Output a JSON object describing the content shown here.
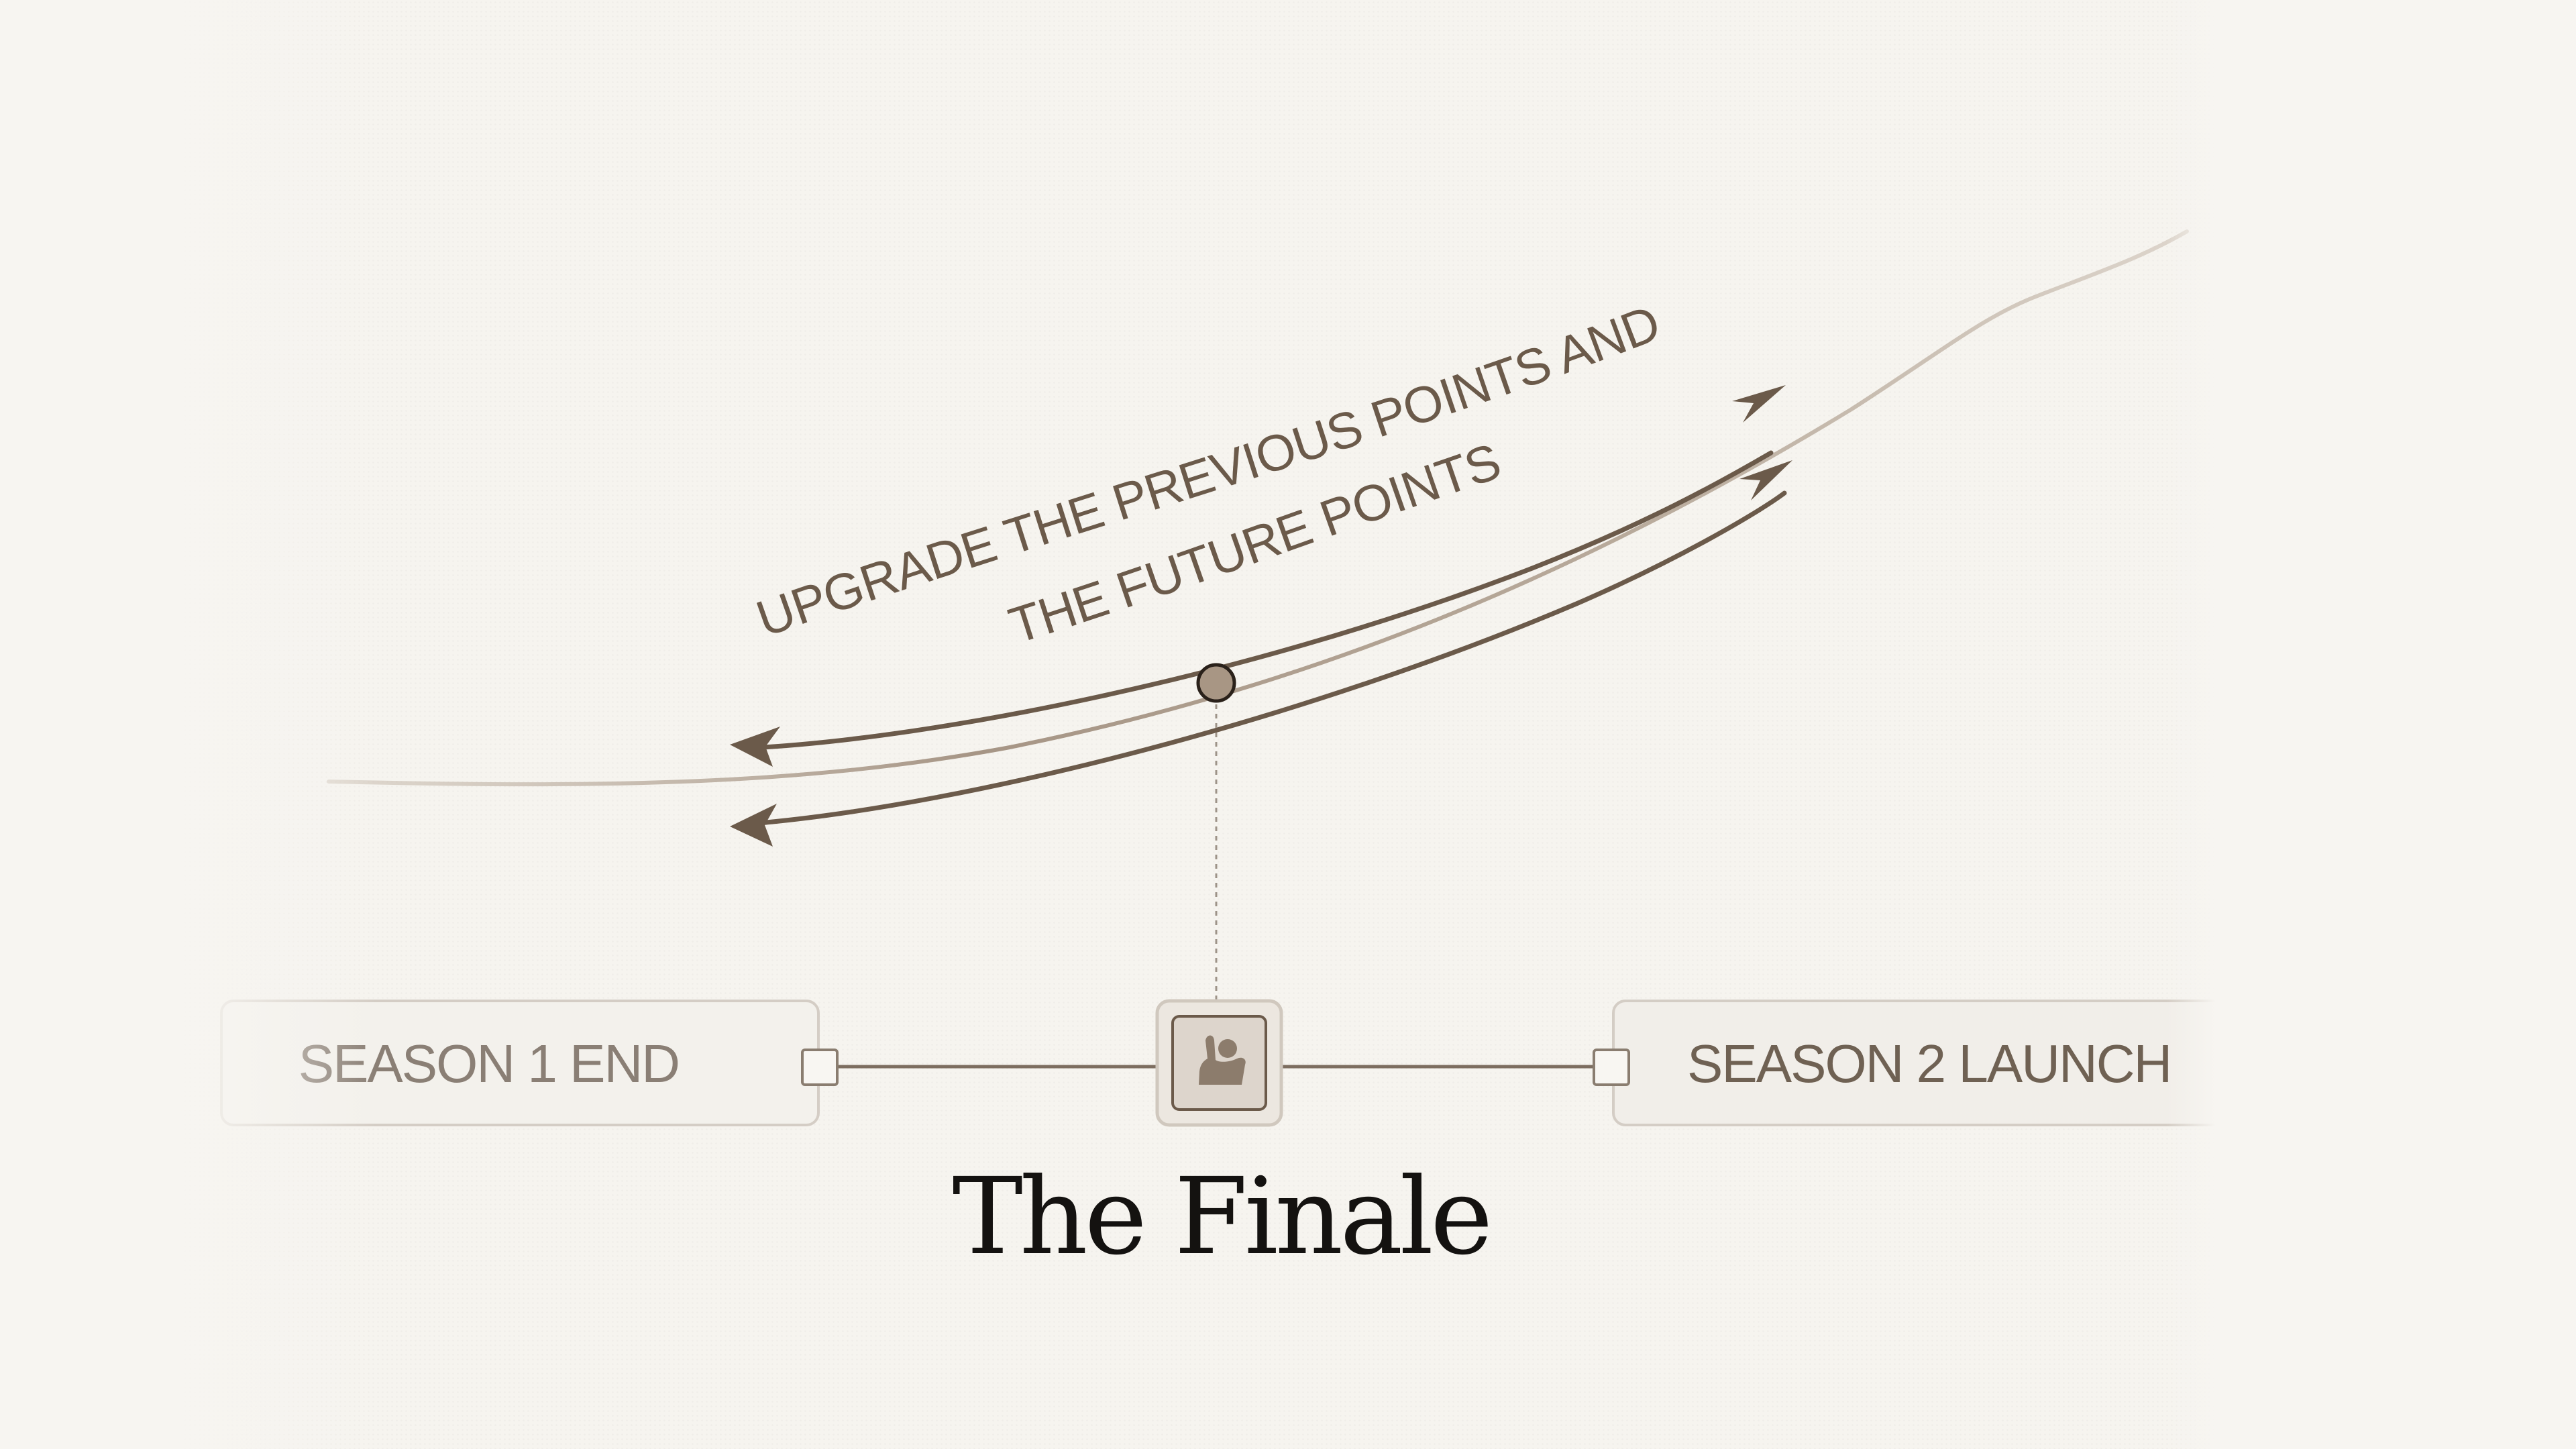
{
  "diagram": {
    "annotation": {
      "line1": "UPGRADE THE PREVIOUS POINTS AND",
      "line2": "THE FUTURE POINTS"
    },
    "nodes": {
      "left_label": "SEASON 1 END",
      "right_label": "SEASON 2 LAUNCH"
    },
    "title": "The Finale",
    "center_icon": "raised-hand-icon",
    "colors": {
      "background": "#f6f4ef",
      "arrow": "#6b5a4a",
      "curve": "#a89888",
      "marker": "#a89684",
      "title": "#141210"
    }
  }
}
